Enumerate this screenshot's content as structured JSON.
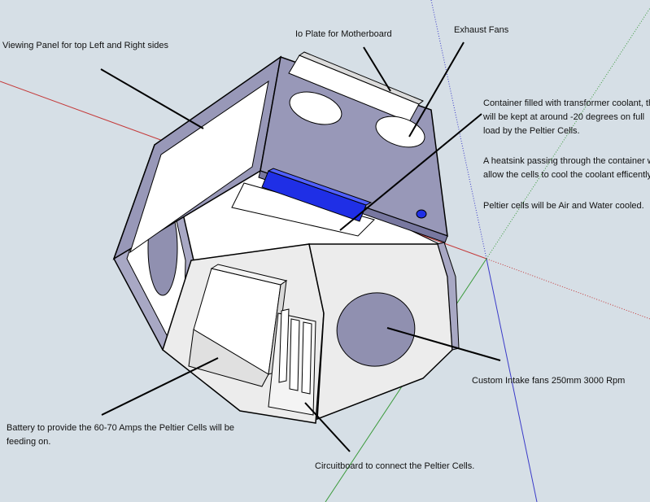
{
  "labels": {
    "viewing_panel": "Viewing Panel for top Left and Right sides",
    "io_plate": "Io Plate for Motherboard",
    "exhaust_fans": "Exhaust Fans",
    "container_line1": "Container filled with transformer coolant, this",
    "container_line2": "will be kept at around -20 degrees on full",
    "container_line3": "load by the Peltier Cells.",
    "heatsink_line1": "A heatsink passing through the container will",
    "heatsink_line2": "allow the cells to cool the coolant efficently.",
    "peltier_cooling": "Peltier cells will be Air and Water cooled.",
    "intake_fans": "Custom Intake fans 250mm 3000 Rpm",
    "battery_line1": "Battery to provide the 60-70 Amps the Peltier Cells will be",
    "battery_line2": "feeding on.",
    "circuitboard": "Circuitboard to connect the Peltier Cells."
  },
  "colors": {
    "background": "#d6dfe6",
    "top_panel": "#9898b8",
    "white_face": "#ffffff",
    "light_face": "#ececec",
    "coolant_container": "#1f2fe6",
    "axis_red": "#c43a3a",
    "axis_green": "#3a9a3a",
    "axis_blue": "#3a3ac8"
  }
}
